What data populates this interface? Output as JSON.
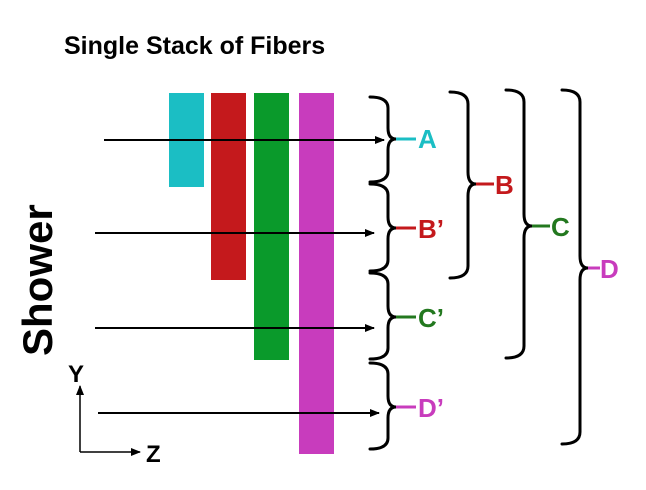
{
  "title": "Single Stack of Fibers",
  "side_label": "Shower",
  "axes": {
    "y_label": "Y",
    "z_label": "Z"
  },
  "colors": {
    "ink": "#000000",
    "fiber_a": "#1bbec4",
    "fiber_b": "#c4191c",
    "fiber_c": "#0a9a2b",
    "fiber_d": "#c83cbd",
    "label_a": "#1bbec4",
    "label_b": "#c4191c",
    "label_c": "#23781f",
    "label_d": "#c83cbd"
  },
  "fibers": [
    {
      "id": "a",
      "color_key": "fiber_a"
    },
    {
      "id": "b",
      "color_key": "fiber_b"
    },
    {
      "id": "c",
      "color_key": "fiber_c"
    },
    {
      "id": "d",
      "color_key": "fiber_d"
    }
  ],
  "segment_labels": [
    {
      "id": "a",
      "text": "A",
      "color_key": "label_a"
    },
    {
      "id": "b_prime",
      "text": "B’",
      "color_key": "label_b"
    },
    {
      "id": "c_prime",
      "text": "C’",
      "color_key": "label_c"
    },
    {
      "id": "d_prime",
      "text": "D’",
      "color_key": "label_d"
    }
  ],
  "group_labels": [
    {
      "id": "b",
      "text": "B",
      "color_key": "label_b"
    },
    {
      "id": "c",
      "text": "C",
      "color_key": "label_c"
    },
    {
      "id": "d",
      "text": "D",
      "color_key": "label_d"
    }
  ]
}
